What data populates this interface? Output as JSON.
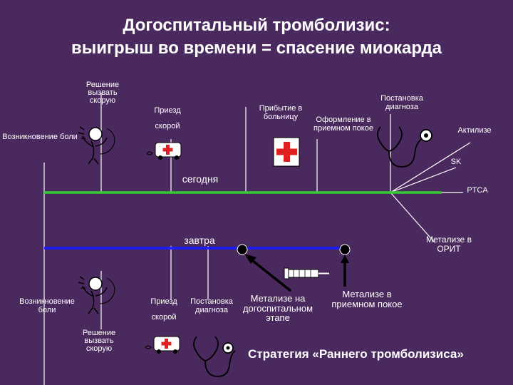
{
  "title_line1": "Догоспитальный тромболизис:",
  "title_line2": "выигрыш во времени = спасение миокарда",
  "today": {
    "timeline_label": "сегодня",
    "pain_onset": "Возникновение боли",
    "call_decision": "Решение вызвать скорую",
    "ambulance_arrival_1": "Приезд",
    "ambulance_arrival_2": "скорой",
    "hospital_arrival": "Прибытие в больницу",
    "admission_paperwork": "Оформление в приемном покое",
    "diagnosis": "Постановка диагноза",
    "activase": "Актилизе",
    "sk": "SK",
    "ptca": "PTCA"
  },
  "tomorrow": {
    "timeline_label": "завтра",
    "pain_onset": "Возникновение боли",
    "call_decision": "Решение вызвать скорую",
    "ambulance_arrival_1": "Приезд",
    "ambulance_arrival_2": "скорой",
    "diagnosis": "Постановка диагноза",
    "metalyse_prehospital": "Метализе на догоспитальном этапе",
    "metalyse_admission": "Метализе в приемном покое",
    "metalyse_icu": "Метализе в ОРИТ"
  },
  "strategy": "Стратегия «Раннего тромболизиса»",
  "colors": {
    "background": "#4a2a5e",
    "today_line": "#33cc33",
    "tomorrow_line": "#1a1aff",
    "cross": "#e02020"
  }
}
